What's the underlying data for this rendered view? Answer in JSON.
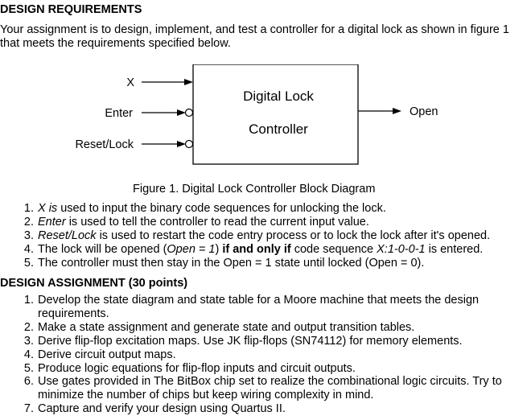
{
  "heading1": "DESIGN REQUIREMENTS",
  "intro": "Your assignment is to design, implement, and test a controller for a digital lock as shown in figure 1 that meets the requirements specified below.",
  "diagram": {
    "box_line1": "Digital Lock",
    "box_line2": "Controller",
    "input_x": "X",
    "input_enter": "Enter",
    "input_reset": "Reset/Lock",
    "output_open": "Open"
  },
  "figure_caption": "Figure 1.  Digital Lock Controller Block Diagram",
  "requirements": [
    {
      "num": "1.",
      "a_em": "X is",
      "b": " used to input the binary code sequences for unlocking the lock."
    },
    {
      "num": "2.",
      "a_em": "Enter",
      "b": " is used to tell the controller to read the current input value."
    },
    {
      "num": "3.",
      "a_em": "Reset/Lock",
      "b": " is used to restart the code entry process or to lock the lock after it's opened."
    },
    {
      "num": "4.",
      "a": "The lock will be opened (",
      "em1": "Open = 1",
      "b": ") ",
      "strong": "if and only if",
      "c": " code sequence ",
      "em2": "X:1-0-0-1",
      "d": " is entered."
    },
    {
      "num": "5.",
      "a": "The controller must then stay in the Open = 1 state until locked (Open = 0)."
    }
  ],
  "heading2": "DESIGN ASSIGNMENT (30 points)",
  "assignment": [
    {
      "num": "1.",
      "text": "Develop the state diagram and state table for a Moore machine that meets the design requirements."
    },
    {
      "num": "2.",
      "text": "Make a state assignment and generate state and output transition tables."
    },
    {
      "num": "3.",
      "text": "Derive flip-flop excitation maps.  Use JK flip-flops (SN74112) for memory elements."
    },
    {
      "num": "4.",
      "text": "Derive circuit output maps."
    },
    {
      "num": "5.",
      "text": "Produce logic equations for flip-flop inputs and circuit outputs."
    },
    {
      "num": "6.",
      "text": "Use gates provided in The BitBox chip set to realize the combinational logic circuits.  Try to minimize the number of chips but keep wiring complexity in mind."
    },
    {
      "num": "7.",
      "text": "Capture and verify your design using Quartus II."
    }
  ]
}
